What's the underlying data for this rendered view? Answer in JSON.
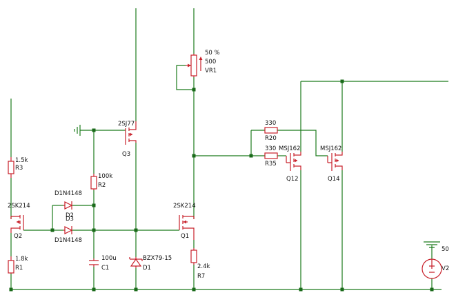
{
  "components": {
    "r3": {
      "value": "1.5k",
      "ref": "R3"
    },
    "q2": {
      "part": "2SK214",
      "ref": "Q2"
    },
    "r1": {
      "value": "1.8k",
      "ref": "R1"
    },
    "d2": {
      "part": "D1N4148",
      "ref": "D2"
    },
    "d3": {
      "part": "D1N4148",
      "ref": "D3"
    },
    "r2": {
      "value": "100k",
      "ref": "R2"
    },
    "c1": {
      "value": "100u",
      "ref": "C1"
    },
    "q3": {
      "part": "2SJ77",
      "ref": "Q3"
    },
    "d1": {
      "part": "BZX79-15",
      "ref": "D1"
    },
    "q1": {
      "part": "2SK214",
      "ref": "Q1"
    },
    "r7": {
      "value": "2.4k",
      "ref": "R7"
    },
    "vr1": {
      "setting": "50 %",
      "value": "500",
      "ref": "VR1"
    },
    "r20": {
      "value": "330",
      "ref": "R20"
    },
    "r35": {
      "value": "330",
      "ref": "R35"
    },
    "q12": {
      "part": "MSJ162",
      "ref": "Q12"
    },
    "q14": {
      "part": "MSJ162",
      "ref": "Q14"
    },
    "v2": {
      "value": "50",
      "ref": "V2"
    }
  }
}
